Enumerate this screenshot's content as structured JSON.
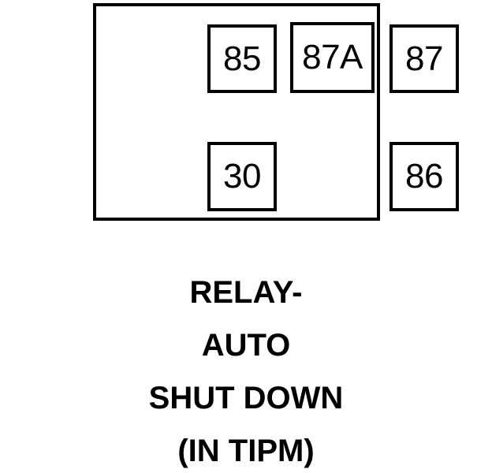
{
  "diagram": {
    "kind": "automotive-relay-pinout",
    "housing": {
      "name": "relay-housing-outline",
      "stroke_color": "#000000",
      "fill_color": "#ffffff"
    },
    "terminals": [
      {
        "id": "85",
        "label": "85",
        "row": "top",
        "position": "left"
      },
      {
        "id": "87A",
        "label": "87A",
        "row": "top",
        "position": "center"
      },
      {
        "id": "87",
        "label": "87",
        "row": "top",
        "position": "right"
      },
      {
        "id": "30",
        "label": "30",
        "row": "bottom",
        "position": "left"
      },
      {
        "id": "86",
        "label": "86",
        "row": "bottom",
        "position": "right"
      }
    ]
  },
  "caption": {
    "lines": [
      "RELAY-",
      "AUTO",
      "SHUT DOWN",
      "(IN TIPM)"
    ]
  }
}
